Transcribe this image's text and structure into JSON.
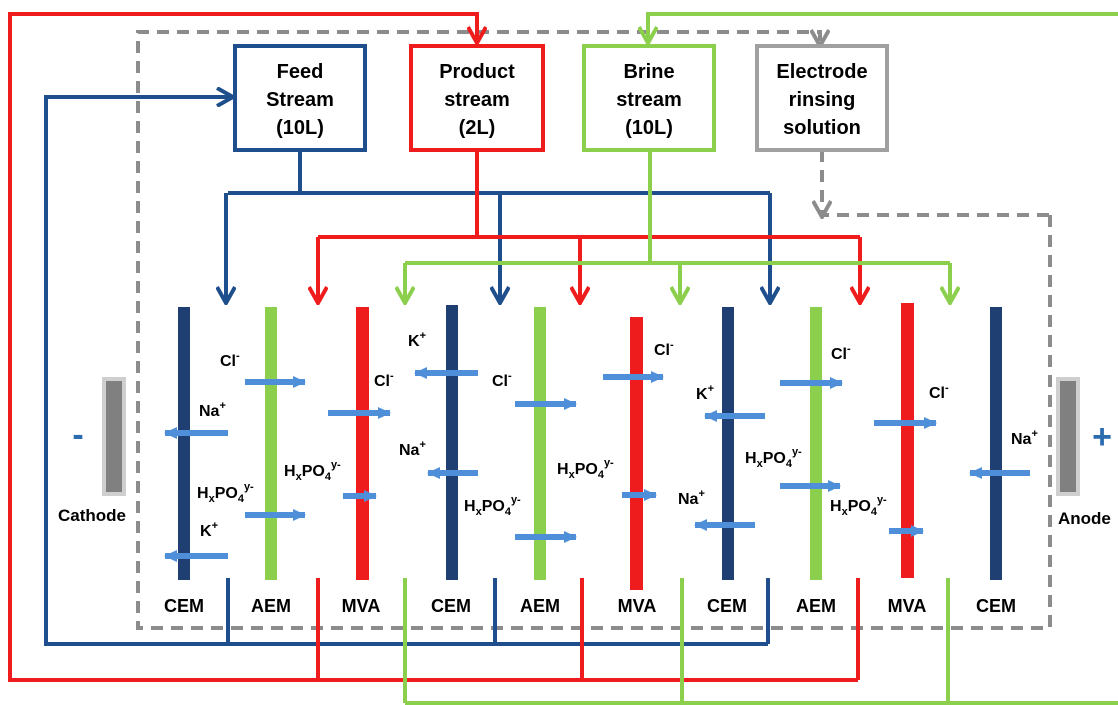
{
  "boxes": {
    "feed": [
      "Feed",
      "Stream",
      "(10L)"
    ],
    "product": [
      "Product",
      "stream",
      "(2L)"
    ],
    "brine": [
      "Brine",
      "stream",
      "(10L)"
    ],
    "rinse": [
      "Electrode",
      "rinsing",
      "solution"
    ]
  },
  "electrodes": {
    "cathode": "Cathode",
    "anode": "Anode",
    "cathode_sign": "-",
    "anode_sign": "+"
  },
  "membranes": [
    "CEM",
    "AEM",
    "MVA",
    "CEM",
    "AEM",
    "MVA",
    "CEM",
    "AEM",
    "MVA",
    "CEM"
  ],
  "ions": {
    "cl": "Cl",
    "na": "Na",
    "k": "K",
    "h": "H",
    "x": "x",
    "po": "PO",
    "four": "4",
    "y": "y-",
    "minus": "-",
    "plus": "+"
  },
  "colors": {
    "feed": "#1f4e8c",
    "product": "#ee1c1c",
    "brine": "#8ccf4d",
    "rinse": "#8c8c8c",
    "rinse_border": "#a0a0a0",
    "ion_arrow": "#4f8fd9",
    "cem": "#1f3f73",
    "aem": "#8ccf4d",
    "mva": "#ee1c1c",
    "electrode": "#808080"
  }
}
